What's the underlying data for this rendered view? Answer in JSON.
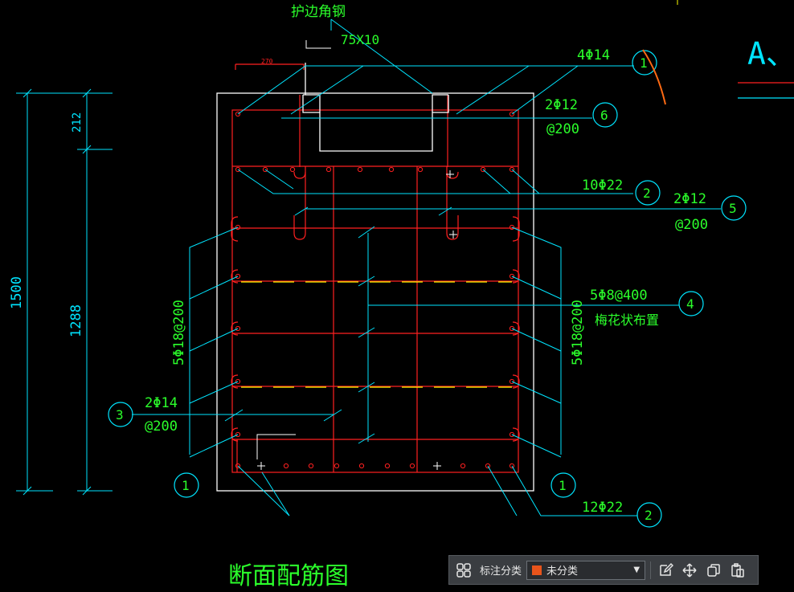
{
  "drawing": {
    "title_cn": "断面配筋图",
    "corner_label": "A、C",
    "angle_steel_label": "护边角钢",
    "angle_steel_size": "75X10",
    "top_dim": "270",
    "dim_total": "1500",
    "dim_upper": "212",
    "dim_lower": "1288",
    "callouts": {
      "c1_top": {
        "num": "1",
        "rebar": "4Φ14"
      },
      "c6": {
        "num": "6",
        "rebar": "2Φ12",
        "spacing": "@200"
      },
      "c2_top": {
        "num": "2",
        "rebar": "10Φ22"
      },
      "c5": {
        "num": "5",
        "rebar": "2Φ12",
        "spacing": "@200"
      },
      "c4": {
        "num": "4",
        "rebar": "5Φ8@400",
        "note": "梅花状布置"
      },
      "c3": {
        "num": "3",
        "rebar": "2Φ14",
        "spacing": "@200"
      },
      "c1_left": {
        "num": "1"
      },
      "c1_right": {
        "num": "1"
      },
      "c2_bottom": {
        "num": "2",
        "rebar": "12Φ22"
      },
      "side_left": "5Φ18@200",
      "side_right": "5Φ18@200"
    },
    "colors": {
      "background": "#000000",
      "rebar": "#ff2020",
      "outline": "#ffffff",
      "leader": "#00e5ff",
      "text": "#2bff2b",
      "dashed": "#ffff00"
    }
  },
  "toolbar": {
    "category_label": "标注分类",
    "category_value": "未分类",
    "category_color": "#e8541b",
    "icons": [
      "grid-icon",
      "edit-icon",
      "move-icon",
      "copy-icon",
      "paste-icon"
    ]
  }
}
